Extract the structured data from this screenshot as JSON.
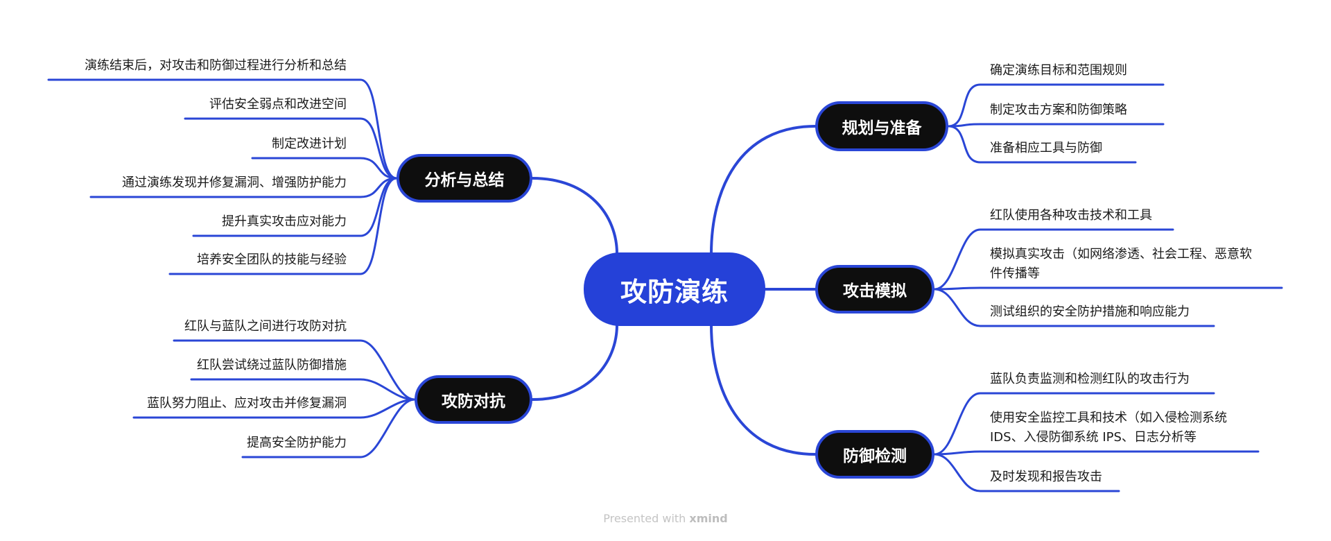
{
  "root": {
    "label": "攻防演练"
  },
  "colors": {
    "accent": "#2541d8",
    "node_fill": "#0e0e0e",
    "line": "#2a46d6"
  },
  "branches": [
    {
      "id": "plan",
      "label": "规划与准备",
      "side": "right",
      "children": [
        "确定演练目标和范围规则",
        "制定攻击方案和防御策略",
        "准备相应工具与防御"
      ]
    },
    {
      "id": "attack",
      "label": "攻击模拟",
      "side": "right",
      "children": [
        "红队使用各种攻击技术和工具",
        "模拟真实攻击（如网络渗透、社会工程、恶意软\n件传播等",
        "测试组织的安全防护措施和响应能力"
      ]
    },
    {
      "id": "defense",
      "label": "防御检测",
      "side": "right",
      "children": [
        "蓝队负责监测和检测红队的攻击行为",
        "使用安全监控工具和技术（如入侵检测系统\nIDS、入侵防御系统 IPS、日志分析等",
        "及时发现和报告攻击"
      ]
    },
    {
      "id": "summary",
      "label": "分析与总结",
      "side": "left",
      "children": [
        "演练结束后，对攻击和防御过程进行分析和总结",
        "评估安全弱点和改进空间",
        "制定改进计划",
        "通过演练发现并修复漏洞、增强防护能力",
        "提升真实攻击应对能力",
        "培养安全团队的技能与经验"
      ]
    },
    {
      "id": "confront",
      "label": "攻防对抗",
      "side": "left",
      "children": [
        "红队与蓝队之间进行攻防对抗",
        "红队尝试绕过蓝队防御措施",
        "蓝队努力阻止、应对攻击并修复漏洞",
        "提高安全防护能力"
      ]
    }
  ],
  "footer": {
    "prefix": "Presented with ",
    "brand": "xmind"
  }
}
